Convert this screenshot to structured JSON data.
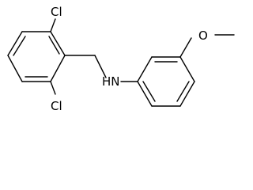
{
  "molecule": {
    "labels": {
      "cl_top": "Cl",
      "cl_bottom": "Cl",
      "nh": "HN",
      "oxygen": "O"
    }
  },
  "colors": {
    "bond": "#000000",
    "text": "#000000",
    "background": "#ffffff"
  }
}
